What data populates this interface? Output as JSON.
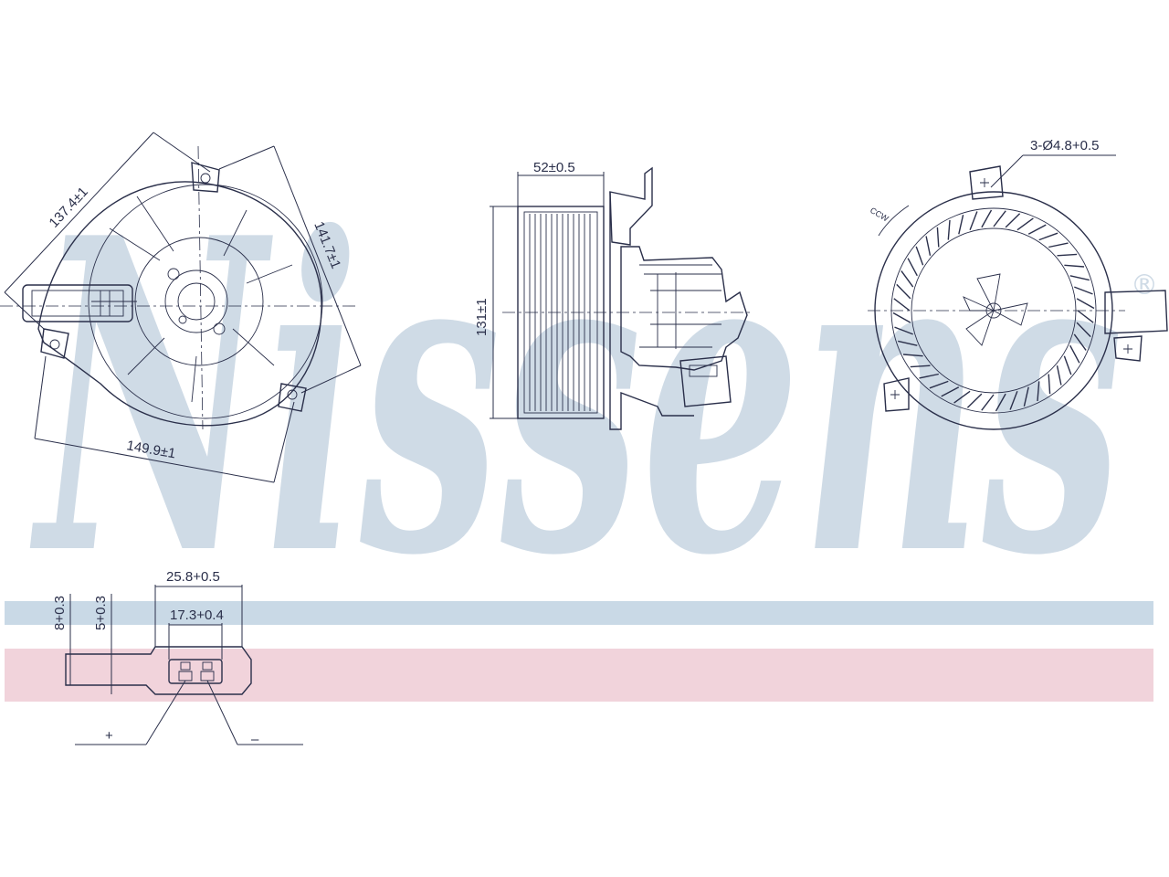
{
  "brand": {
    "watermark": "Nissens",
    "registered_mark": "®",
    "colors": {
      "watermark": "#cfdbe6",
      "stripe_blue": "#c9d9e6",
      "stripe_pink": "#f1d3db",
      "line": "#2a2f4a"
    }
  },
  "views": {
    "left_view": {
      "dim_diag_top": "137.4±1",
      "dim_diag_right": "141.7±1",
      "dim_bottom": "149.9±1"
    },
    "side_view": {
      "dim_width": "52±0.5",
      "dim_height": "131±1"
    },
    "front_view": {
      "hole_spec": "3-Ø4.8+0.5",
      "rotation": "CCW"
    },
    "connector": {
      "dim_outer": "25.8+0.5",
      "dim_inner": "17.3+0.4",
      "dim_left_a": "8+0.3",
      "dim_left_b": "5+0.3",
      "plus_label": "+",
      "minus_label": "–"
    }
  }
}
